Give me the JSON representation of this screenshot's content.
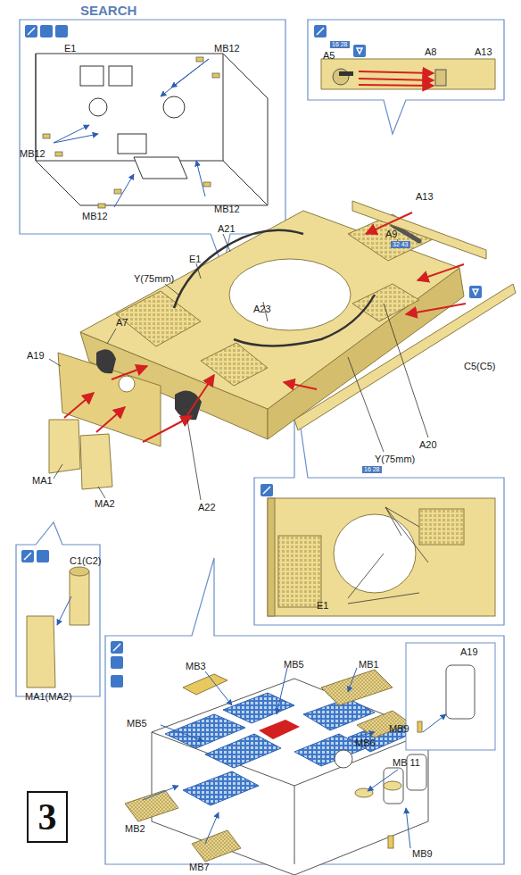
{
  "diagram": {
    "nodes": [
      {
        "text": [
          "3"
        ]
      }
    ],
    "labels": [
      "SEARCH",
      "MB12",
      "E1",
      "MB12",
      "MB12",
      "MB12",
      "16 28",
      "A5",
      "A8",
      "A13",
      "A13",
      "A9",
      "32 43",
      "A21",
      "E1",
      "Y(75mm)",
      "A23",
      "A7",
      "A19",
      "C5(C5)",
      "A20",
      "Y(75mm)",
      "16 28",
      "A22",
      "MA1",
      "MA2",
      "C1(C2)",
      "MA1(MA2)",
      "E1",
      "MB3",
      "MB5",
      "MB1",
      "MB5",
      "MB6",
      "MB2",
      "MB 11",
      "MB7",
      "MB9",
      "A19",
      "MB9"
    ]
  }
}
